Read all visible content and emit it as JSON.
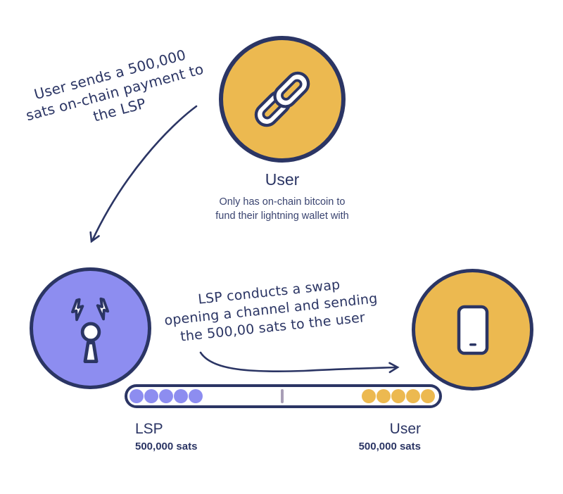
{
  "colors": {
    "background": "#FFFFFF",
    "navy": "#2B3564",
    "subtitle_navy": "#3A4470",
    "yellow": "#ECB950",
    "purple": "#8D8DF0",
    "divider": "#A89EB6"
  },
  "annotations": {
    "onchain_payment": {
      "line1": "User sends a 500,000",
      "line2": "sats on-chain payment to",
      "line3": "the LSP"
    },
    "swap": {
      "line1": "LSP conducts a swap",
      "line2": "opening a channel and sending",
      "line3": "the 500,00 sats to the user"
    }
  },
  "nodes": {
    "user_top": {
      "label": "User",
      "description_line1": "Only has on-chain bitcoin to",
      "description_line2": "fund their lightning wallet with",
      "icon": "chain-link-icon"
    },
    "lsp": {
      "label": "LSP",
      "balance": "500,000 sats",
      "icon": "lightning-beacon-icon"
    },
    "user_bottom": {
      "label": "User",
      "balance": "500,000 sats",
      "icon": "smartphone-icon"
    }
  },
  "channel": {
    "lsp_dot_count": 5,
    "user_dot_count": 5
  }
}
